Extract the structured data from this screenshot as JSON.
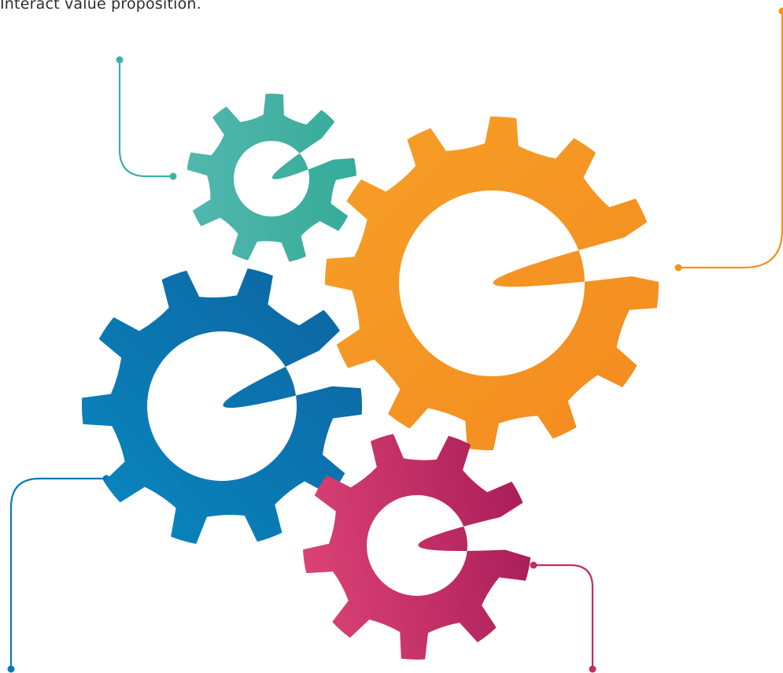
{
  "caption": "Interact value proposition.",
  "colors": {
    "teal": "#3fb2a4",
    "orange": "#f5921f",
    "blue": "#0a79b3",
    "magenta": "#c42c64",
    "text": "#2c2c2c"
  },
  "gears": [
    {
      "name": "teal-gear",
      "color": "teal",
      "teeth": 9
    },
    {
      "name": "orange-gear",
      "color": "orange",
      "teeth": 12
    },
    {
      "name": "blue-gear",
      "color": "blue",
      "teeth": 10
    },
    {
      "name": "magenta-gear",
      "color": "magenta",
      "teeth": 9
    }
  ],
  "connectors": [
    {
      "name": "teal-connector",
      "color": "teal"
    },
    {
      "name": "orange-connector",
      "color": "orange"
    },
    {
      "name": "blue-connector",
      "color": "blue"
    },
    {
      "name": "magenta-connector",
      "color": "magenta"
    }
  ]
}
